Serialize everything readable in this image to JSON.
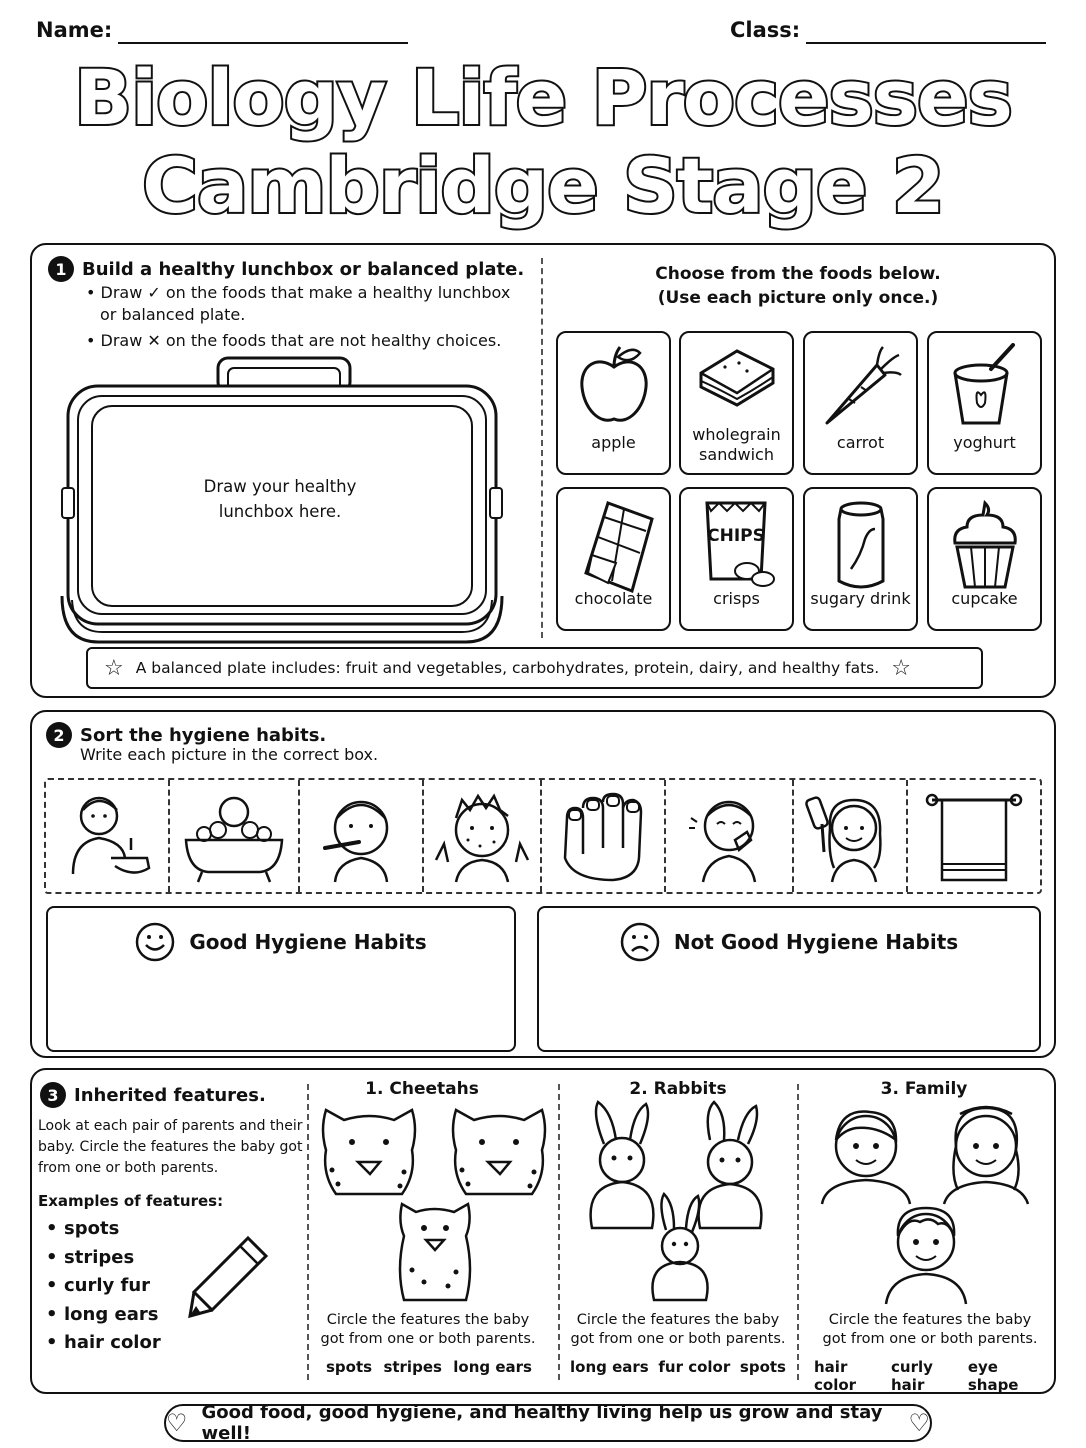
{
  "header": {
    "name_label": "Name:",
    "class_label": "Class:"
  },
  "title": {
    "line1": "Biology Life Processes",
    "line2": "Cambridge Stage 2"
  },
  "section1": {
    "number": "1",
    "heading": "Build a healthy lunchbox or balanced plate.",
    "bullet1a": "• Draw ✓ on the foods that make a healthy lunchbox",
    "bullet1b": "or balanced plate.",
    "bullet2": "• Draw ✕ on the foods that are not healthy choices.",
    "lunchbox_text_1": "Draw your healthy",
    "lunchbox_text_2": "lunchbox here.",
    "choose_1": "Choose from the foods below.",
    "choose_2": "(Use each picture only once.)",
    "foods": [
      {
        "label": "apple",
        "icon": "apple-icon"
      },
      {
        "label": "wholegrain sandwich",
        "icon": "sandwich-icon"
      },
      {
        "label": "carrot",
        "icon": "carrot-icon"
      },
      {
        "label": "yoghurt",
        "icon": "yoghurt-icon"
      },
      {
        "label": "chocolate",
        "icon": "chocolate-icon"
      },
      {
        "label": "crisps",
        "icon": "crisps-icon"
      },
      {
        "label": "sugary drink",
        "icon": "soda-can-icon"
      },
      {
        "label": "cupcake",
        "icon": "cupcake-icon"
      }
    ],
    "sandwich_line1": "wholegrain",
    "sandwich_line2": "sandwich",
    "chips_text": "CHIPS",
    "note": "A balanced plate includes: fruit and vegetables, carbohydrates, protein, dairy, and healthy fats."
  },
  "section2": {
    "number": "2",
    "heading": "Sort the hygiene habits.",
    "sub": "Write each picture in the correct box.",
    "pictures": [
      "hand-washing-icon",
      "bath-icon",
      "tooth-brushing-icon",
      "dirty-face-icon",
      "dirty-nails-icon",
      "nail-biting-icon",
      "hair-brushing-icon",
      "towel-icon"
    ],
    "good_label": "Good Hygiene Habits",
    "bad_label": "Not Good Hygiene Habits"
  },
  "section3": {
    "number": "3",
    "heading": "Inherited features.",
    "desc": "Look at each pair of parents and their baby. Circle the features the baby got from one or both parents.",
    "examples_label": "Examples of features:",
    "examples": [
      "spots",
      "stripes",
      "curly fur",
      "long ears",
      "hair color"
    ],
    "columns": [
      {
        "title": "1. Cheetahs",
        "instruction": "Circle the features the baby got from one or both parents.",
        "features": [
          "spots",
          "stripes",
          "long ears"
        ]
      },
      {
        "title": "2. Rabbits",
        "instruction": "Circle the features the baby got from one or both parents.",
        "features": [
          "long ears",
          "fur color",
          "spots"
        ]
      },
      {
        "title": "3. Family",
        "instruction": "Circle the features the baby got from one or both parents.",
        "features": [
          "hair color",
          "curly hair",
          "eye shape"
        ]
      }
    ]
  },
  "footer": {
    "text": "Good food, good hygiene, and healthy living help us grow and stay well!"
  }
}
